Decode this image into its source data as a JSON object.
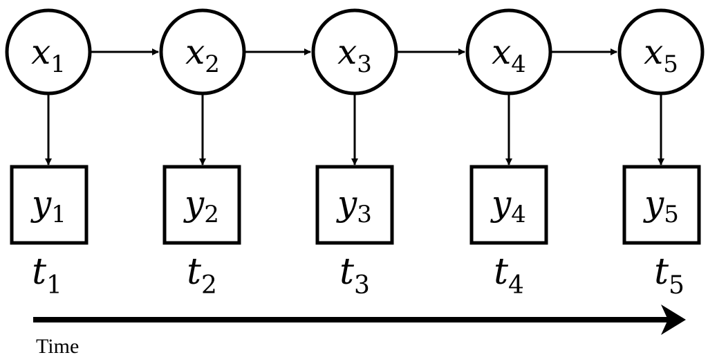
{
  "hidden_states": [
    {
      "letter": "x",
      "index": "1"
    },
    {
      "letter": "x",
      "index": "2"
    },
    {
      "letter": "x",
      "index": "3"
    },
    {
      "letter": "x",
      "index": "4"
    },
    {
      "letter": "x",
      "index": "5"
    }
  ],
  "observations": [
    {
      "letter": "y",
      "index": "1"
    },
    {
      "letter": "y",
      "index": "2"
    },
    {
      "letter": "y",
      "index": "3"
    },
    {
      "letter": "y",
      "index": "4"
    },
    {
      "letter": "y",
      "index": "5"
    }
  ],
  "time_steps": [
    {
      "letter": "t",
      "index": "1"
    },
    {
      "letter": "t",
      "index": "2"
    },
    {
      "letter": "t",
      "index": "3"
    },
    {
      "letter": "t",
      "index": "4"
    },
    {
      "letter": "t",
      "index": "5"
    }
  ],
  "time_axis": {
    "label": "Time"
  }
}
